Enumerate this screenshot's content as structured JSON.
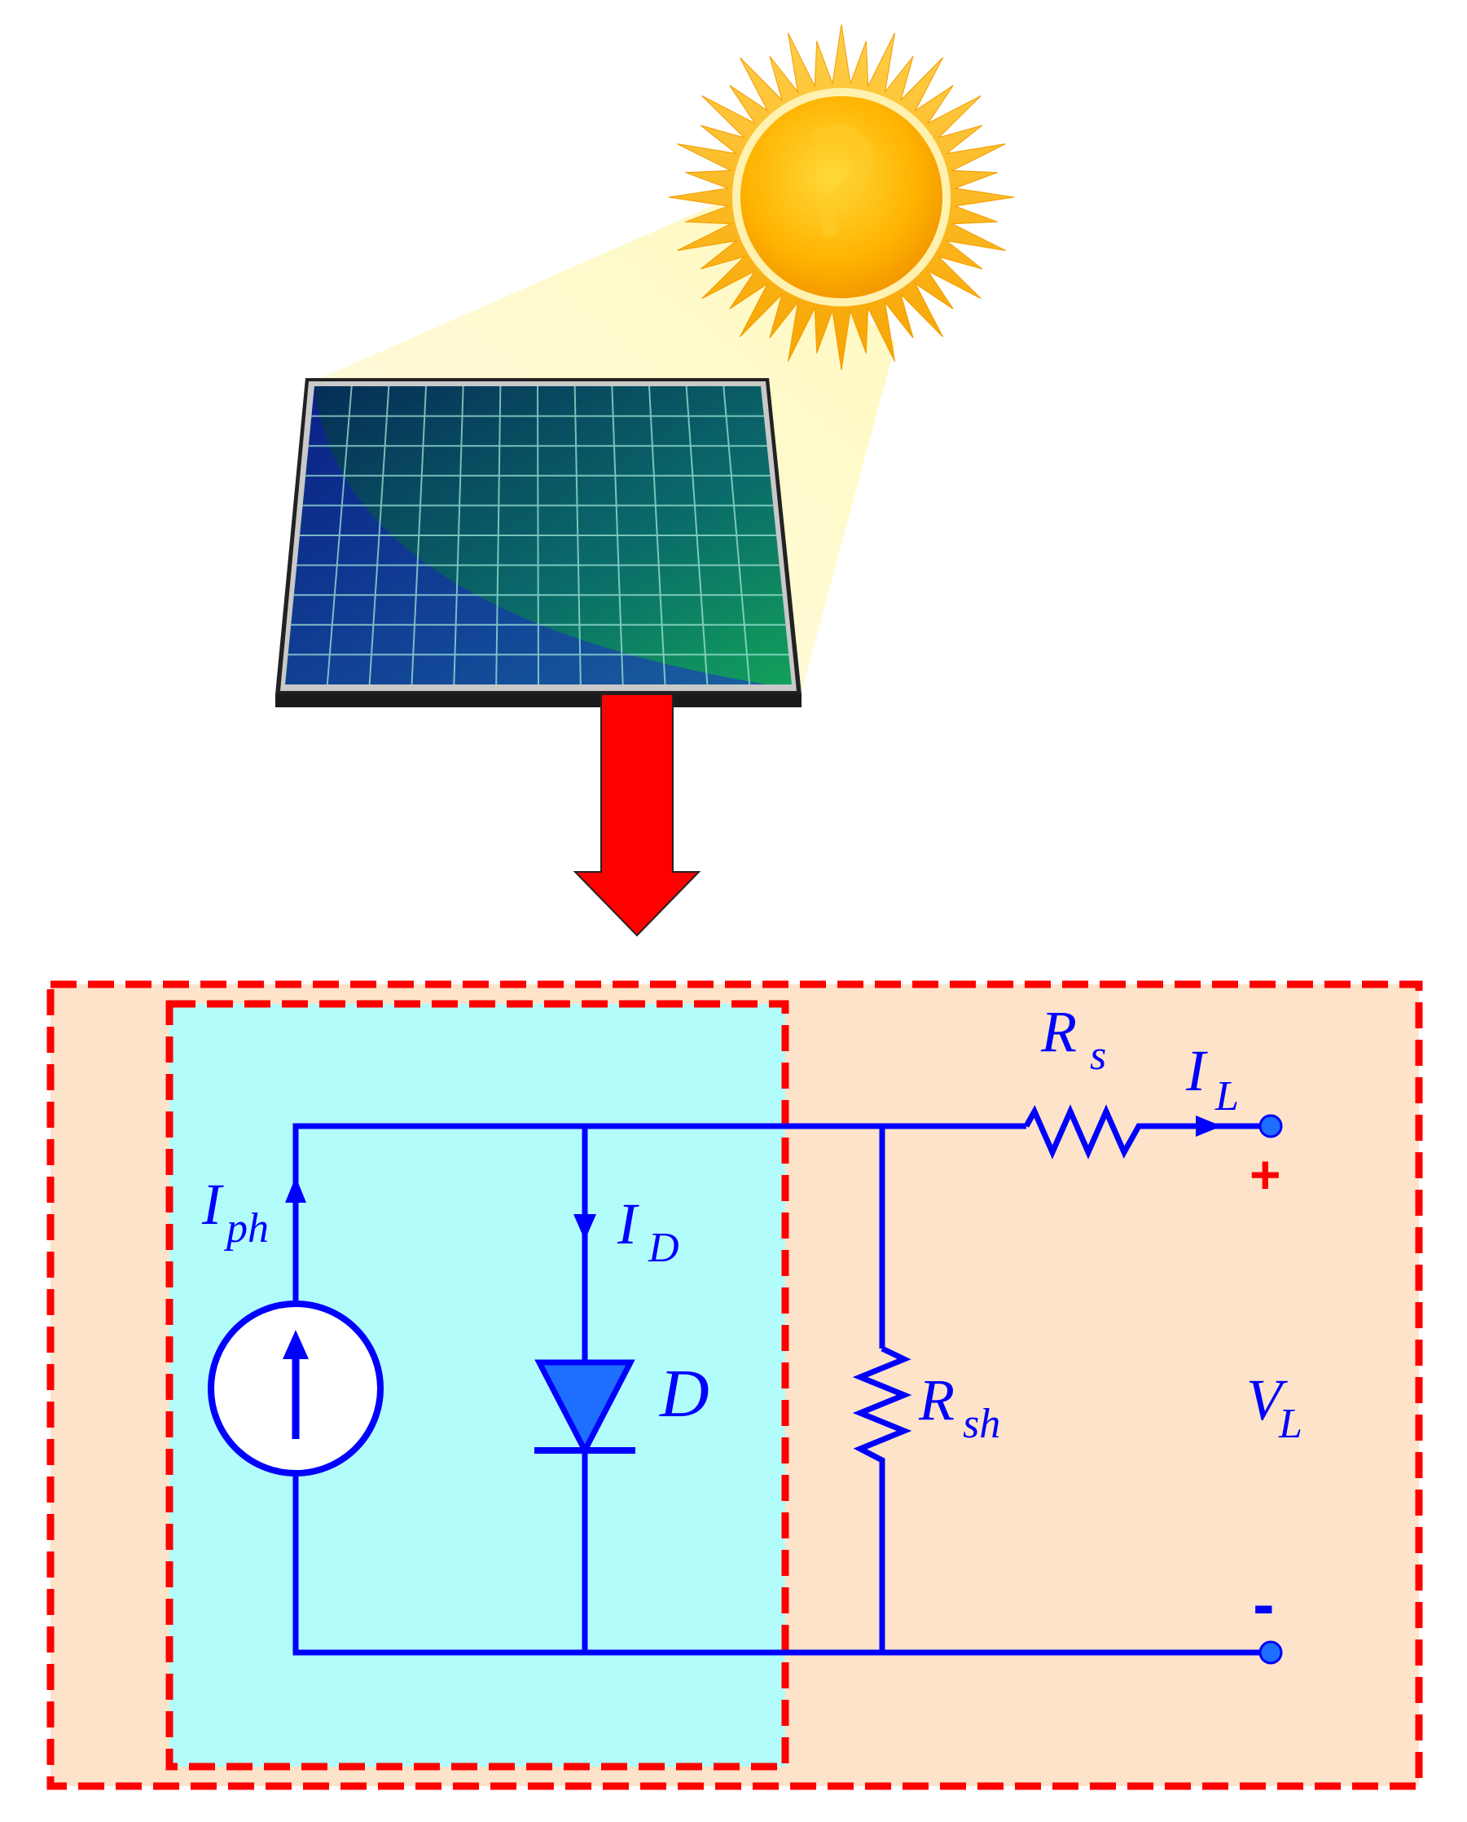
{
  "labels": {
    "iph_main": "I",
    "iph_sub": "ph",
    "id_main": "I",
    "id_sub": "D",
    "diode": "D",
    "rs_main": "R",
    "rs_sub": "s",
    "il_main": "I",
    "il_sub": "L",
    "rsh_main": "R",
    "rsh_sub": "sh",
    "vl_main": "V",
    "vl_sub": "L",
    "plus": "+",
    "minus": "-"
  },
  "colors": {
    "wire": "#0000ff",
    "outer_fill": "#fde3c9",
    "inner_fill": "#b3fcfc",
    "dash": "#ff0000",
    "arrow": "#ff0000",
    "terminal": "#1e6fff",
    "diode_fill": "#1e6fff"
  },
  "icons": [
    "sun-icon",
    "solar-panel-icon",
    "down-arrow-icon",
    "current-source-icon",
    "diode-icon",
    "resistor-icon"
  ]
}
